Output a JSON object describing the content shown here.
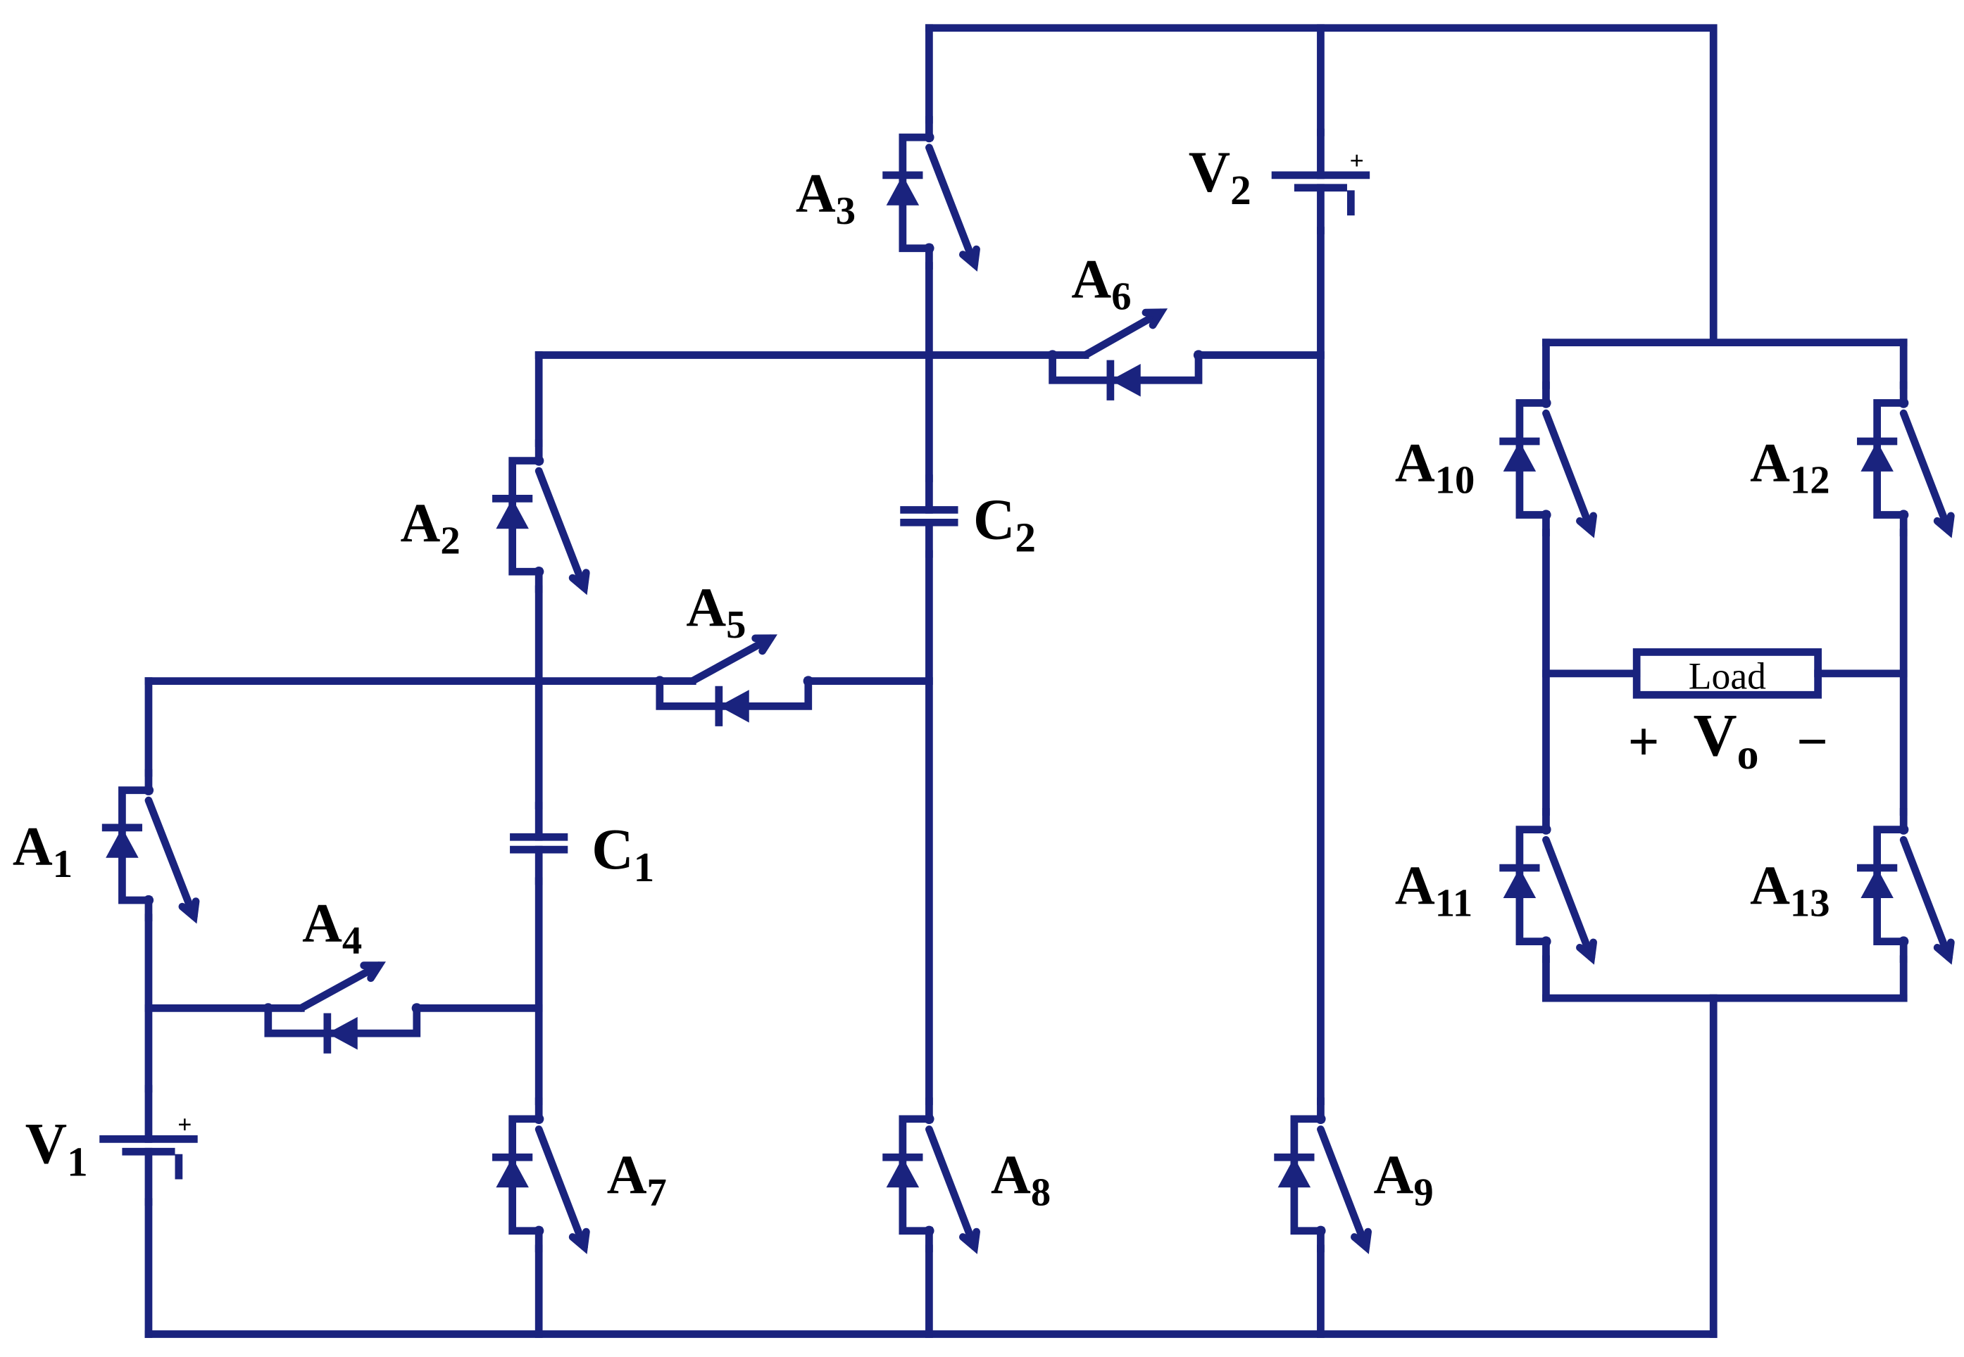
{
  "switches": [
    {
      "letter": "A",
      "sub": "1"
    },
    {
      "letter": "A",
      "sub": "2"
    },
    {
      "letter": "A",
      "sub": "3"
    },
    {
      "letter": "A",
      "sub": "4"
    },
    {
      "letter": "A",
      "sub": "5"
    },
    {
      "letter": "A",
      "sub": "6"
    },
    {
      "letter": "A",
      "sub": "7"
    },
    {
      "letter": "A",
      "sub": "8"
    },
    {
      "letter": "A",
      "sub": "9"
    },
    {
      "letter": "A",
      "sub": "10"
    },
    {
      "letter": "A",
      "sub": "11"
    },
    {
      "letter": "A",
      "sub": "12"
    },
    {
      "letter": "A",
      "sub": "13"
    }
  ],
  "capacitors": [
    {
      "letter": "C",
      "sub": "1"
    },
    {
      "letter": "C",
      "sub": "2"
    }
  ],
  "sources": [
    {
      "letter": "V",
      "sub": "1",
      "plus": "+"
    },
    {
      "letter": "V",
      "sub": "2",
      "plus": "+"
    }
  ],
  "load": {
    "label": "Load"
  },
  "output": {
    "letter": "V",
    "sub": "o",
    "plus": "+",
    "minus": "−"
  },
  "colors": {
    "wire": "#1a237e",
    "text": "#000000"
  }
}
